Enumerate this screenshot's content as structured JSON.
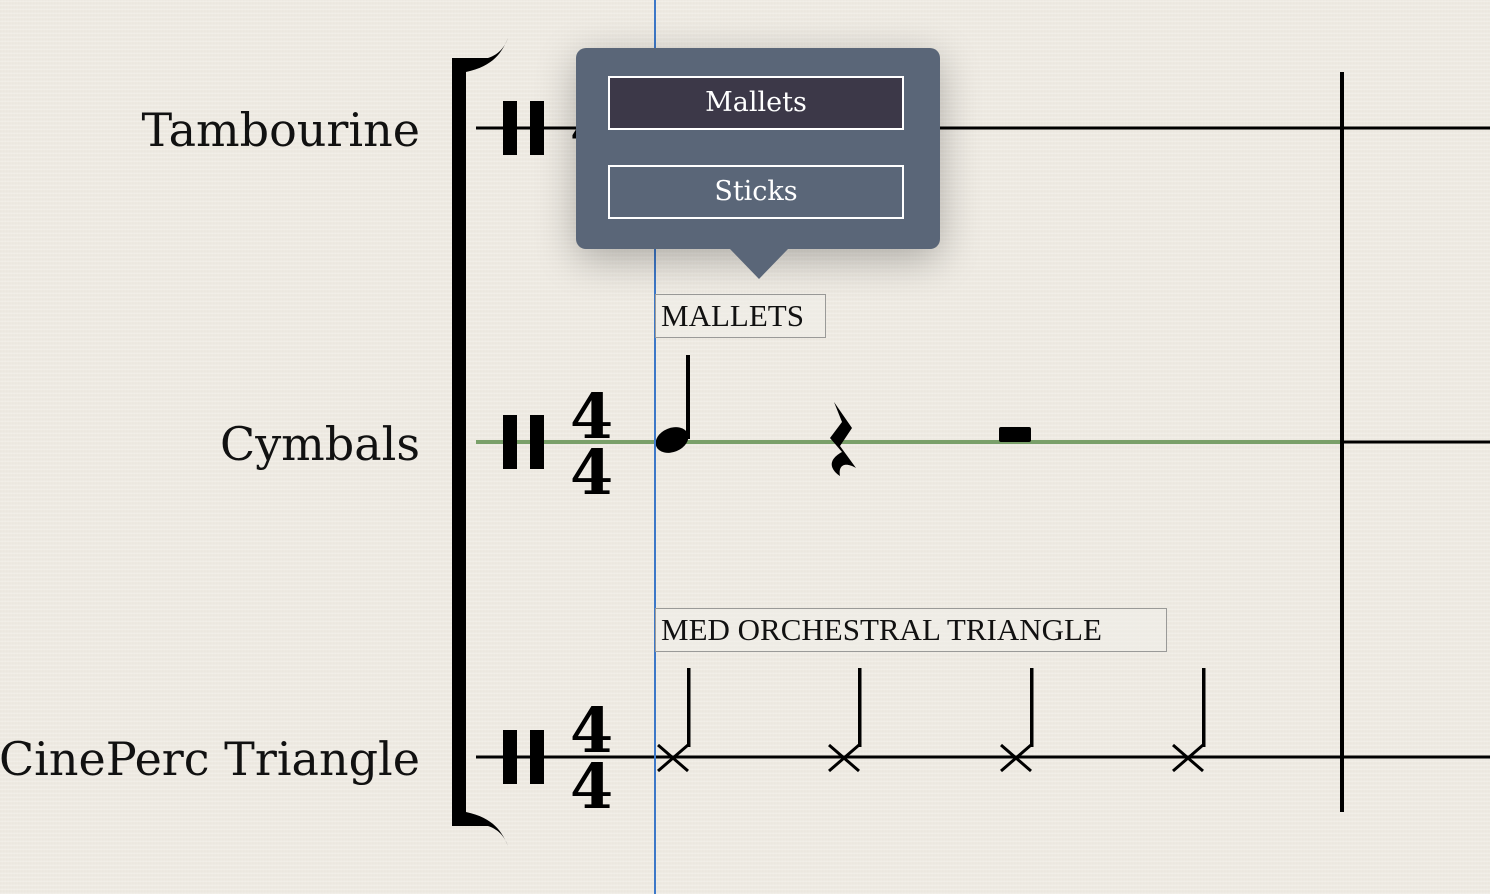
{
  "instruments": [
    {
      "name": "Tambourine"
    },
    {
      "name": "Cymbals"
    },
    {
      "name": "CinePerc Triangle"
    }
  ],
  "time_signature": {
    "numerator": "4",
    "denominator": "4"
  },
  "labels": {
    "cymbals_technique": "MALLETS",
    "triangle_technique": "MED ORCHESTRAL TRIANGLE"
  },
  "popover": {
    "options": [
      {
        "label": "Mallets",
        "selected": true
      },
      {
        "label": "Sticks",
        "selected": false
      }
    ]
  },
  "colors": {
    "selection_staff": "#7aa06a",
    "caret": "#3d78c8",
    "popover_bg": "#5a6678",
    "popover_selected": "#3c3848"
  }
}
